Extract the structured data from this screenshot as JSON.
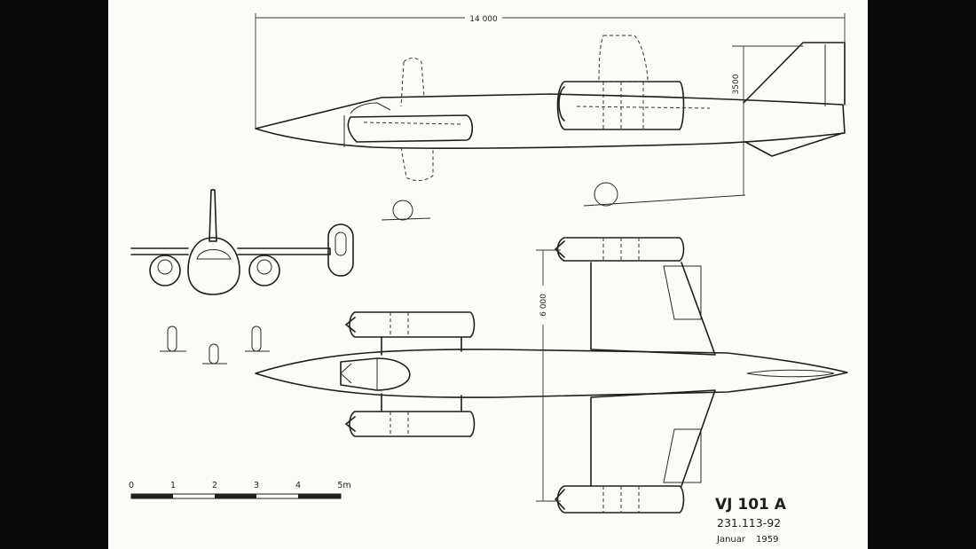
{
  "drawing": {
    "designation": "VJ 101 A",
    "drawing_number": "231.113-92",
    "date": "Januar",
    "year": "1959"
  },
  "dimensions": {
    "length": "14 000",
    "height": "3500",
    "span": "6 000"
  },
  "scale_bar": {
    "labels": [
      "0",
      "1",
      "2",
      "3",
      "4",
      "5m"
    ]
  },
  "colors": {
    "paper": "#fbfbf8",
    "ink": "#1e1e1e",
    "letterbox": "#0a0a0a"
  }
}
